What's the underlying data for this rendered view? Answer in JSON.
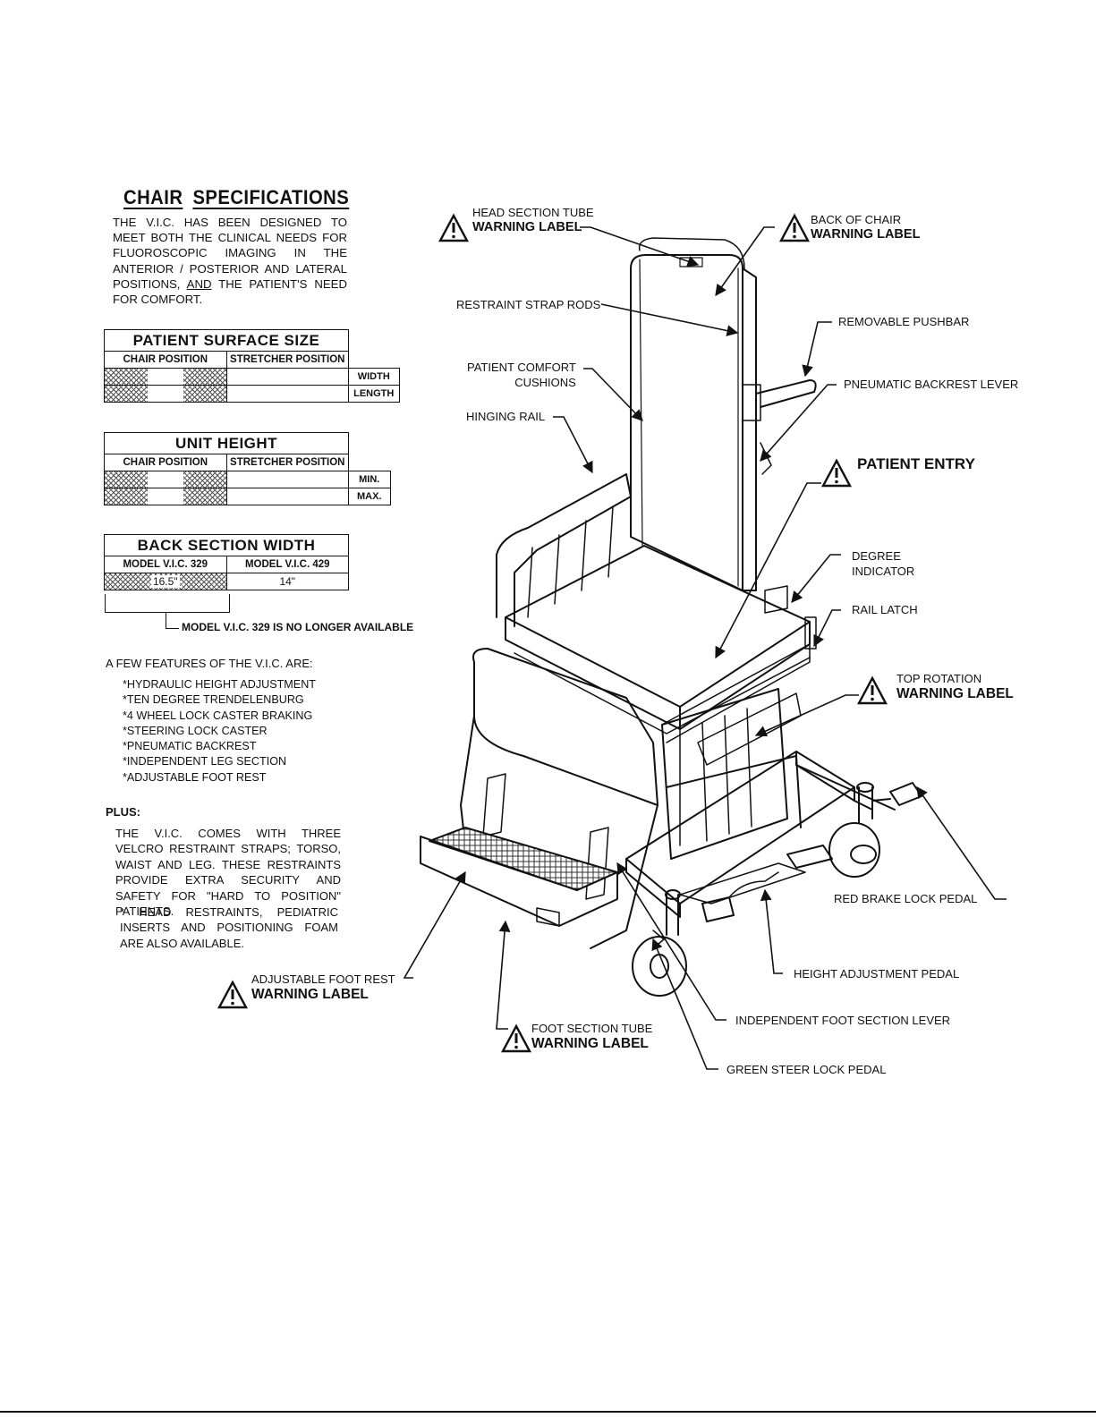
{
  "specs": {
    "title_word1": "CHAIR",
    "title_word2": "SPECIFICATIONS",
    "intro_before": "THE V.I.C. HAS BEEN DESIGNED TO MEET BOTH THE CLINICAL NEEDS FOR FLUOROSCOPIC IMAGING IN THE ANTERIOR / POSTERIOR AND LATERAL POSITIONS,",
    "intro_and": "AND",
    "intro_after": "THE PATIENT'S NEED FOR COMFORT."
  },
  "patient_surface": {
    "title": "PATIENT SURFACE SIZE",
    "col_chair": "CHAIR POSITION",
    "col_stretcher": "STRETCHER POSITION",
    "row1": "WIDTH",
    "row2": "LENGTH"
  },
  "unit_height": {
    "title": "UNIT HEIGHT",
    "col_chair": "CHAIR POSITION",
    "col_stretcher": "STRETCHER POSITION",
    "row1": "MIN.",
    "row2": "MAX."
  },
  "back_width": {
    "title": "BACK SECTION WIDTH",
    "col_329": "MODEL V.I.C. 329",
    "col_429": "MODEL V.I.C. 429",
    "val_329": "16.5\"",
    "val_429": "14\"",
    "note": "MODEL V.I.C. 329 IS NO LONGER AVAILABLE"
  },
  "features": {
    "heading": "A FEW FEATURES OF THE V.I.C. ARE:",
    "items": [
      "*HYDRAULIC HEIGHT ADJUSTMENT",
      "*TEN DEGREE TRENDELENBURG",
      "*4 WHEEL LOCK CASTER BRAKING",
      "*STEERING LOCK CASTER",
      "*PNEUMATIC BACKREST",
      "*INDEPENDENT LEG SECTION",
      "*ADJUSTABLE FOOT REST"
    ],
    "plus_heading": "PLUS:",
    "plus_text": "THE V.I.C. COMES WITH THREE VELCRO RESTRAINT STRAPS; TORSO, WAIST AND LEG. THESE RESTRAINTS PROVIDE EXTRA SECURITY AND SAFETY FOR \"HARD TO POSITION\" PATIENTS.",
    "plus_note": "* HEAD RESTRAINTS, PEDIATRIC INSERTS AND POSITIONING FOAM ARE ALSO AVAILABLE."
  },
  "callouts": {
    "head_tube": "HEAD SECTION TUBE",
    "warning": "WARNING LABEL",
    "back_of_chair": "BACK OF CHAIR",
    "restraint_rods": "RESTRAINT STRAP RODS",
    "pushbar": "REMOVABLE PUSHBAR",
    "comfort_1": "PATIENT COMFORT",
    "comfort_2": "CUSHIONS",
    "backrest_lever": "PNEUMATIC BACKREST LEVER",
    "hinging_rail": "HINGING RAIL",
    "patient_entry": "PATIENT ENTRY",
    "degree_1": "DEGREE",
    "degree_2": "INDICATOR",
    "rail_latch": "RAIL LATCH",
    "top_rotation": "TOP ROTATION",
    "red_brake": "RED BRAKE LOCK PEDAL",
    "height_pedal": "HEIGHT ADJUSTMENT PEDAL",
    "foot_rest": "ADJUSTABLE FOOT REST",
    "foot_lever": "INDEPENDENT FOOT SECTION LEVER",
    "foot_tube": "FOOT SECTION TUBE",
    "green_steer": "GREEN STEER LOCK PEDAL"
  }
}
